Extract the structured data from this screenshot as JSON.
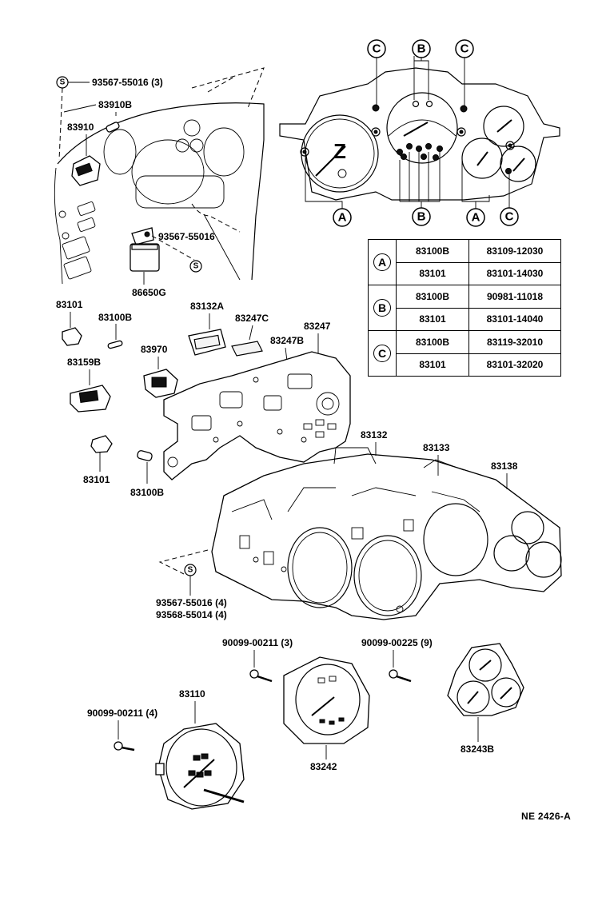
{
  "callouts": {
    "screw_s_top": "93567-55016 (3)",
    "bulb_83910b": "83910B",
    "socket_83910": "83910",
    "screw_s_relay": "93567-55016",
    "relay_86650g": "86650G",
    "socket_83101_a": "83101",
    "bulb_83100b_a": "83100B",
    "connector_83132a": "83132A",
    "pad_83247c": "83247C",
    "plate_83247": "83247",
    "plate_83247b": "83247B",
    "socket_83970": "83970",
    "socket_83159b": "83159B",
    "socket_83101_b": "83101",
    "bulb_83100b_b": "83100B",
    "case_83132": "83132",
    "case_83133": "83133",
    "case_83138": "83138",
    "screws_case_1": "93567-55016 (4)",
    "screws_case_2": "93568-55014 (4)",
    "screw_90099_00211_3": "90099-00211 (3)",
    "screw_90099_00225_9": "90099-00225 (9)",
    "speedometer_83110": "83110",
    "screw_90099_00211_4": "90099-00211 (4)",
    "tachometer_83242": "83242",
    "gauge_83243b": "83243B",
    "s_symbol": "S"
  },
  "keys": {
    "a": "A",
    "b": "B",
    "c": "C"
  },
  "reference_table": [
    {
      "key": "A",
      "rows": [
        {
          "code": "83100B",
          "part": "83109-12030"
        },
        {
          "code": "83101",
          "part": "83101-14030"
        }
      ]
    },
    {
      "key": "B",
      "rows": [
        {
          "code": "83100B",
          "part": "90981-11018"
        },
        {
          "code": "83101",
          "part": "83101-14040"
        }
      ]
    },
    {
      "key": "C",
      "rows": [
        {
          "code": "83100B",
          "part": "83119-32010"
        },
        {
          "code": "83101",
          "part": "83101-32020"
        }
      ]
    }
  ],
  "footer": {
    "code": "NE  2426-A"
  }
}
